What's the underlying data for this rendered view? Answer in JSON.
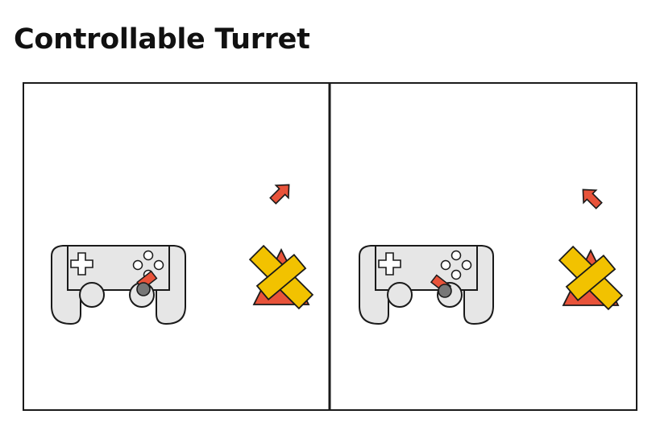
{
  "title": "Controllable Turret",
  "colors": {
    "outline": "#1a1a1a",
    "gamepad_fill": "#e6e6e6",
    "stick_fill": "#777777",
    "projectile": "#e8533a",
    "flame": "#e8533a",
    "cross": "#f2c200",
    "background": "#ffffff"
  },
  "panels": [
    {
      "name": "panel-left",
      "turret_direction": "up-right"
    },
    {
      "name": "panel-right",
      "turret_direction": "up-left"
    }
  ]
}
